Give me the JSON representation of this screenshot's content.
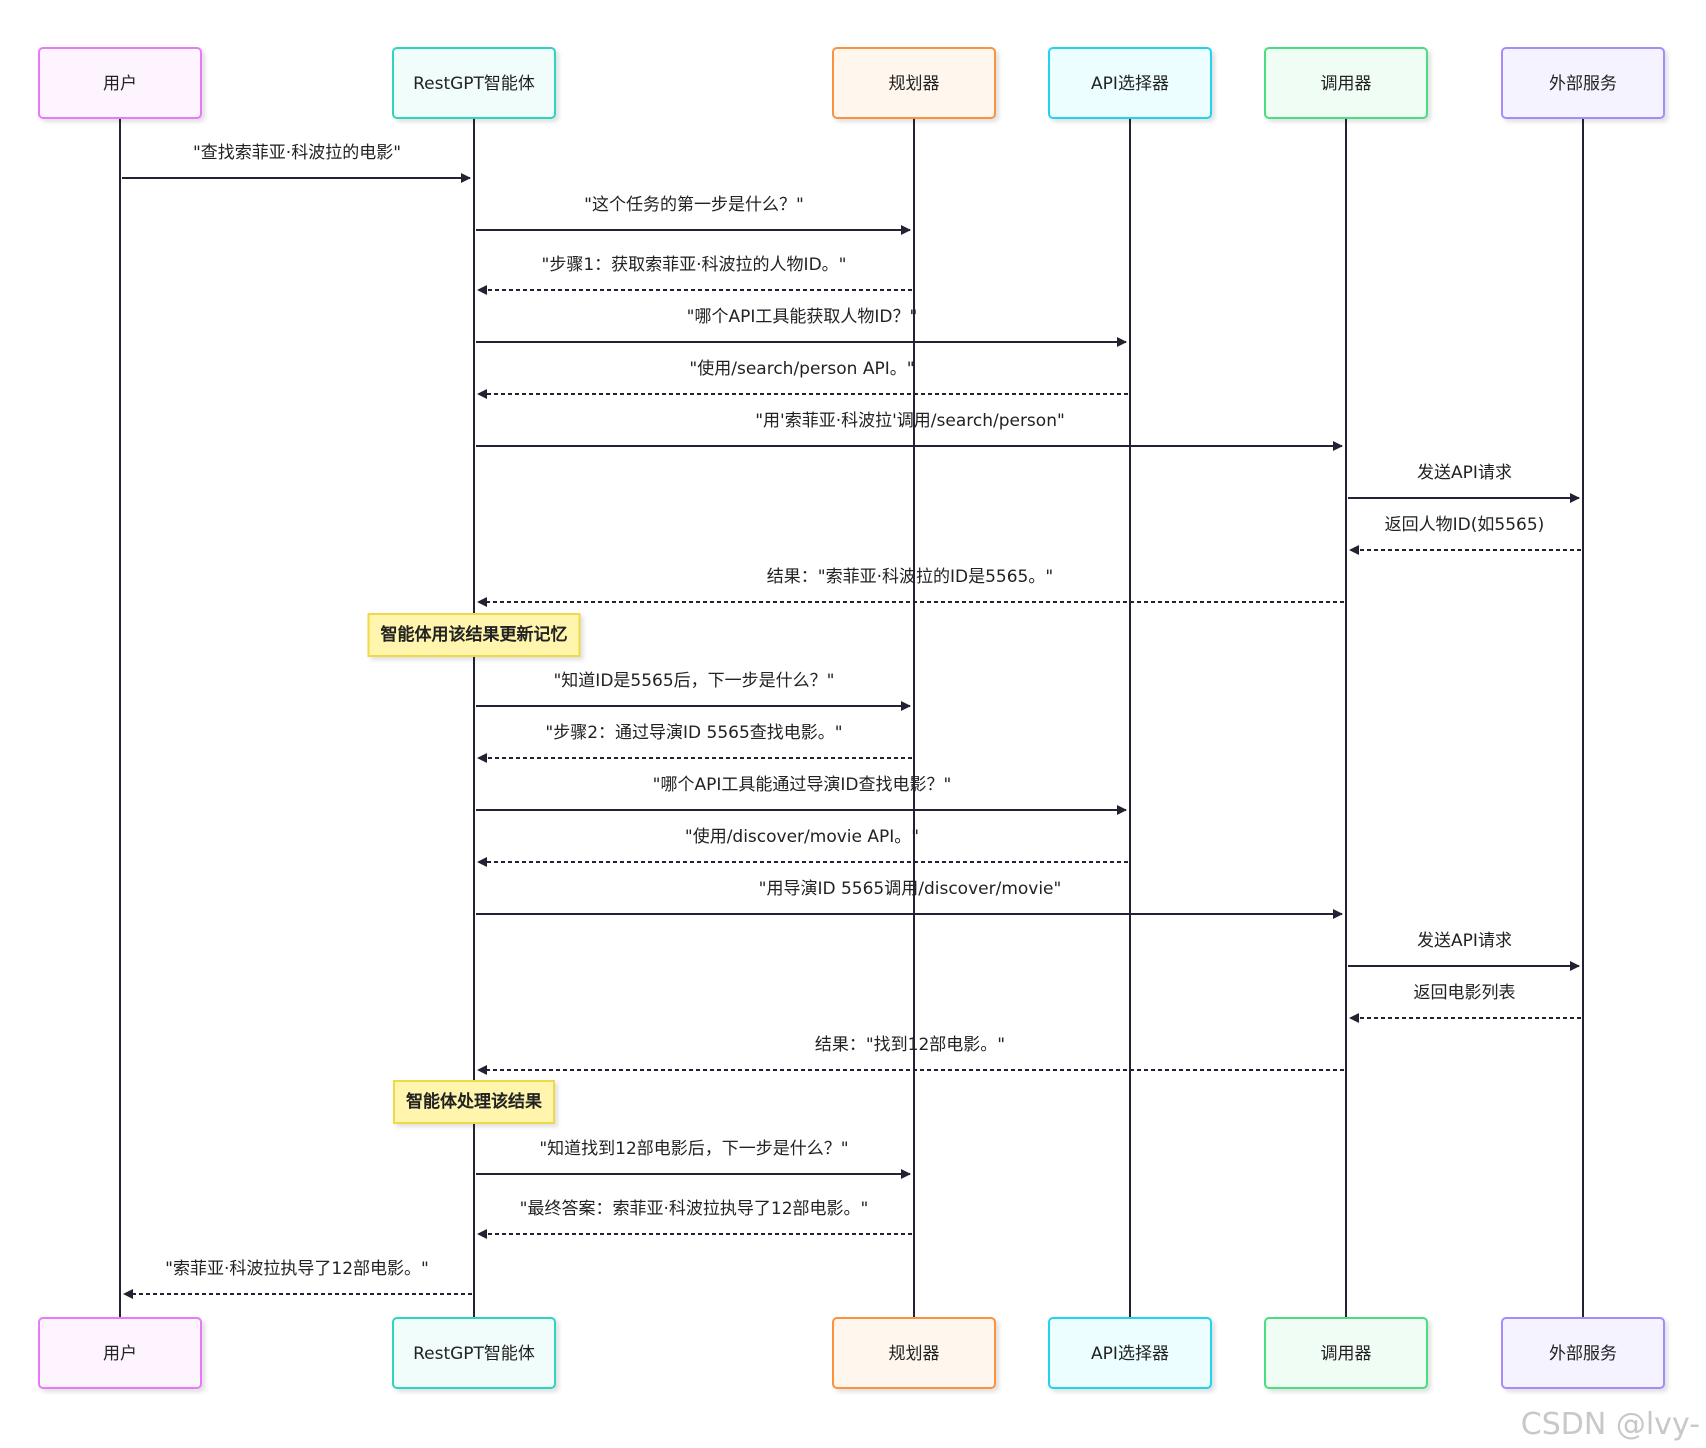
{
  "participants": [
    {
      "id": "user",
      "label": "用户",
      "border": "#e879f9",
      "fill": "#fdf4ff"
    },
    {
      "id": "agent",
      "label": "RestGPT智能体",
      "border": "#2dd4bf",
      "fill": "#f0fdfa"
    },
    {
      "id": "planner",
      "label": "规划器",
      "border": "#fb923c",
      "fill": "#fff7ed"
    },
    {
      "id": "selector",
      "label": "API选择器",
      "border": "#22d3ee",
      "fill": "#ecfeff"
    },
    {
      "id": "caller",
      "label": "调用器",
      "border": "#4ade80",
      "fill": "#f0fdf4"
    },
    {
      "id": "external",
      "label": "外部服务",
      "border": "#a78bfa",
      "fill": "#f5f3ff"
    }
  ],
  "messages": [
    {
      "from": "user",
      "to": "agent",
      "text": "\"查找索菲亚·科波拉的电影\"",
      "style": "solid"
    },
    {
      "from": "agent",
      "to": "planner",
      "text": "\"这个任务的第一步是什么？\"",
      "style": "solid"
    },
    {
      "from": "planner",
      "to": "agent",
      "text": "\"步骤1：获取索菲亚·科波拉的人物ID。\"",
      "style": "dashed"
    },
    {
      "from": "agent",
      "to": "selector",
      "text": "\"哪个API工具能获取人物ID？\"",
      "style": "solid"
    },
    {
      "from": "selector",
      "to": "agent",
      "text": "\"使用/search/person API。\"",
      "style": "dashed"
    },
    {
      "from": "agent",
      "to": "caller",
      "text": "\"用'索菲亚·科波拉'调用/search/person\"",
      "style": "solid"
    },
    {
      "from": "caller",
      "to": "external",
      "text": "发送API请求",
      "style": "solid"
    },
    {
      "from": "external",
      "to": "caller",
      "text": "返回人物ID(如5565)",
      "style": "dashed"
    },
    {
      "from": "caller",
      "to": "agent",
      "text": "结果：\"索菲亚·科波拉的ID是5565。\"",
      "style": "dashed"
    },
    {
      "note": true,
      "over": "agent",
      "text": "智能体用该结果更新记忆"
    },
    {
      "from": "agent",
      "to": "planner",
      "text": "\"知道ID是5565后，下一步是什么？\"",
      "style": "solid"
    },
    {
      "from": "planner",
      "to": "agent",
      "text": "\"步骤2：通过导演ID 5565查找电影。\"",
      "style": "dashed"
    },
    {
      "from": "agent",
      "to": "selector",
      "text": "\"哪个API工具能通过导演ID查找电影？\"",
      "style": "solid"
    },
    {
      "from": "selector",
      "to": "agent",
      "text": "\"使用/discover/movie API。\"",
      "style": "dashed"
    },
    {
      "from": "agent",
      "to": "caller",
      "text": "\"用导演ID 5565调用/discover/movie\"",
      "style": "solid"
    },
    {
      "from": "caller",
      "to": "external",
      "text": "发送API请求",
      "style": "solid"
    },
    {
      "from": "external",
      "to": "caller",
      "text": "返回电影列表",
      "style": "dashed"
    },
    {
      "from": "caller",
      "to": "agent",
      "text": "结果：\"找到12部电影。\"",
      "style": "dashed"
    },
    {
      "note": true,
      "over": "agent",
      "text": "智能体处理该结果"
    },
    {
      "from": "agent",
      "to": "planner",
      "text": "\"知道找到12部电影后，下一步是什么？\"",
      "style": "solid"
    },
    {
      "from": "planner",
      "to": "agent",
      "text": "\"最终答案：索菲亚·科波拉执导了12部电影。\"",
      "style": "dashed"
    },
    {
      "from": "agent",
      "to": "user",
      "text": "\"索菲亚·科波拉执导了12部电影。\"",
      "style": "dashed"
    }
  ],
  "colors": {
    "line": "#222233",
    "note_fill": "#fff5ad",
    "note_border": "#f0d94a",
    "watermark": "#c8c8c8"
  },
  "watermark": "CSDN @lvy-"
}
